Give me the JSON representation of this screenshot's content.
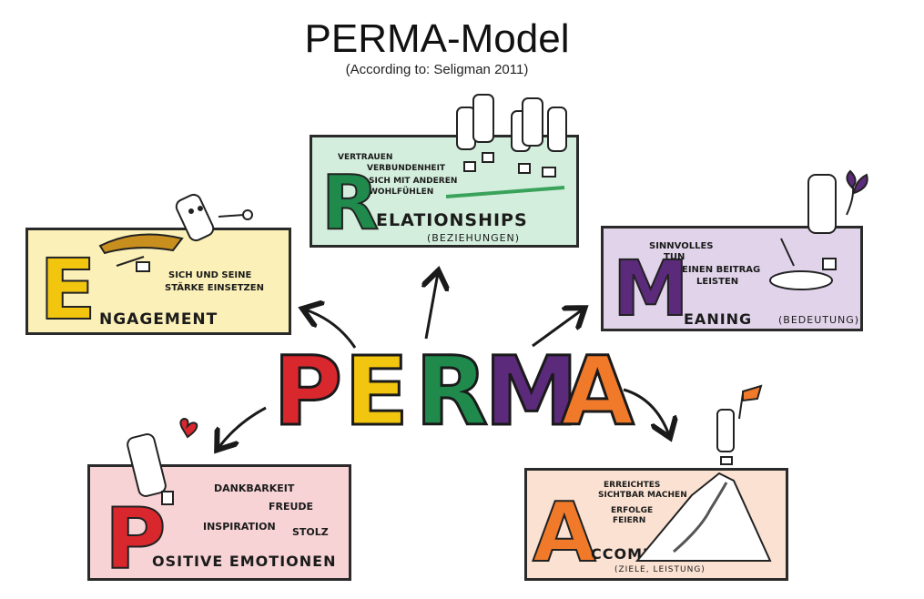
{
  "header": {
    "title": "PERMA-Model",
    "subtitle": "(According to: Seligman 2011)"
  },
  "center": {
    "letters": [
      {
        "char": "P",
        "color": "#d9272e"
      },
      {
        "char": "E",
        "color": "#f2c50f"
      },
      {
        "char": "R",
        "color": "#1f8a4c"
      },
      {
        "char": "M",
        "color": "#5b2a7a"
      },
      {
        "char": "A",
        "color": "#f07a2a"
      }
    ]
  },
  "cards": {
    "engagement": {
      "letter": "E",
      "rest": "NGAGEMENT",
      "notes": [
        "SICH UND SEINE",
        "STÄRKE EINSETZEN"
      ],
      "bg": "#fbf0b8",
      "letter_color": "#f2c50f"
    },
    "relationships": {
      "letter": "R",
      "rest": "ELATIONSHIPS",
      "sub": "(BEZIEHUNGEN)",
      "notes": [
        "VERTRAUEN",
        "VERBUNDENHEIT",
        "SICH MIT ANDEREN",
        "WOHLFÜHLEN"
      ],
      "bg": "#d3eedc",
      "letter_color": "#1f8a4c"
    },
    "meaning": {
      "letter": "M",
      "rest": "EANING",
      "sub": "(BEDEUTUNG)",
      "notes": [
        "SINNVOLLES",
        "TUN",
        "EINEN BEITRAG",
        "LEISTEN"
      ],
      "bg": "#e0d3ea",
      "letter_color": "#5b2a7a"
    },
    "positive": {
      "letter": "P",
      "rest": "OSITIVE EMOTIONEN",
      "notes": [
        "DANKBARKEIT",
        "FREUDE",
        "INSPIRATION",
        "STOLZ"
      ],
      "bg": "#f7d3d6",
      "letter_color": "#d9272e"
    },
    "accomplishment": {
      "letter": "A",
      "rest": "CCOMPLISHMENT",
      "sub": "(ZIELE, LEISTUNG)",
      "notes": [
        "ERREICHTES",
        "SICHTBAR MACHEN",
        "ERFOLGE",
        "FEIERN"
      ],
      "bg": "#fbe1d2",
      "letter_color": "#f07a2a"
    }
  }
}
